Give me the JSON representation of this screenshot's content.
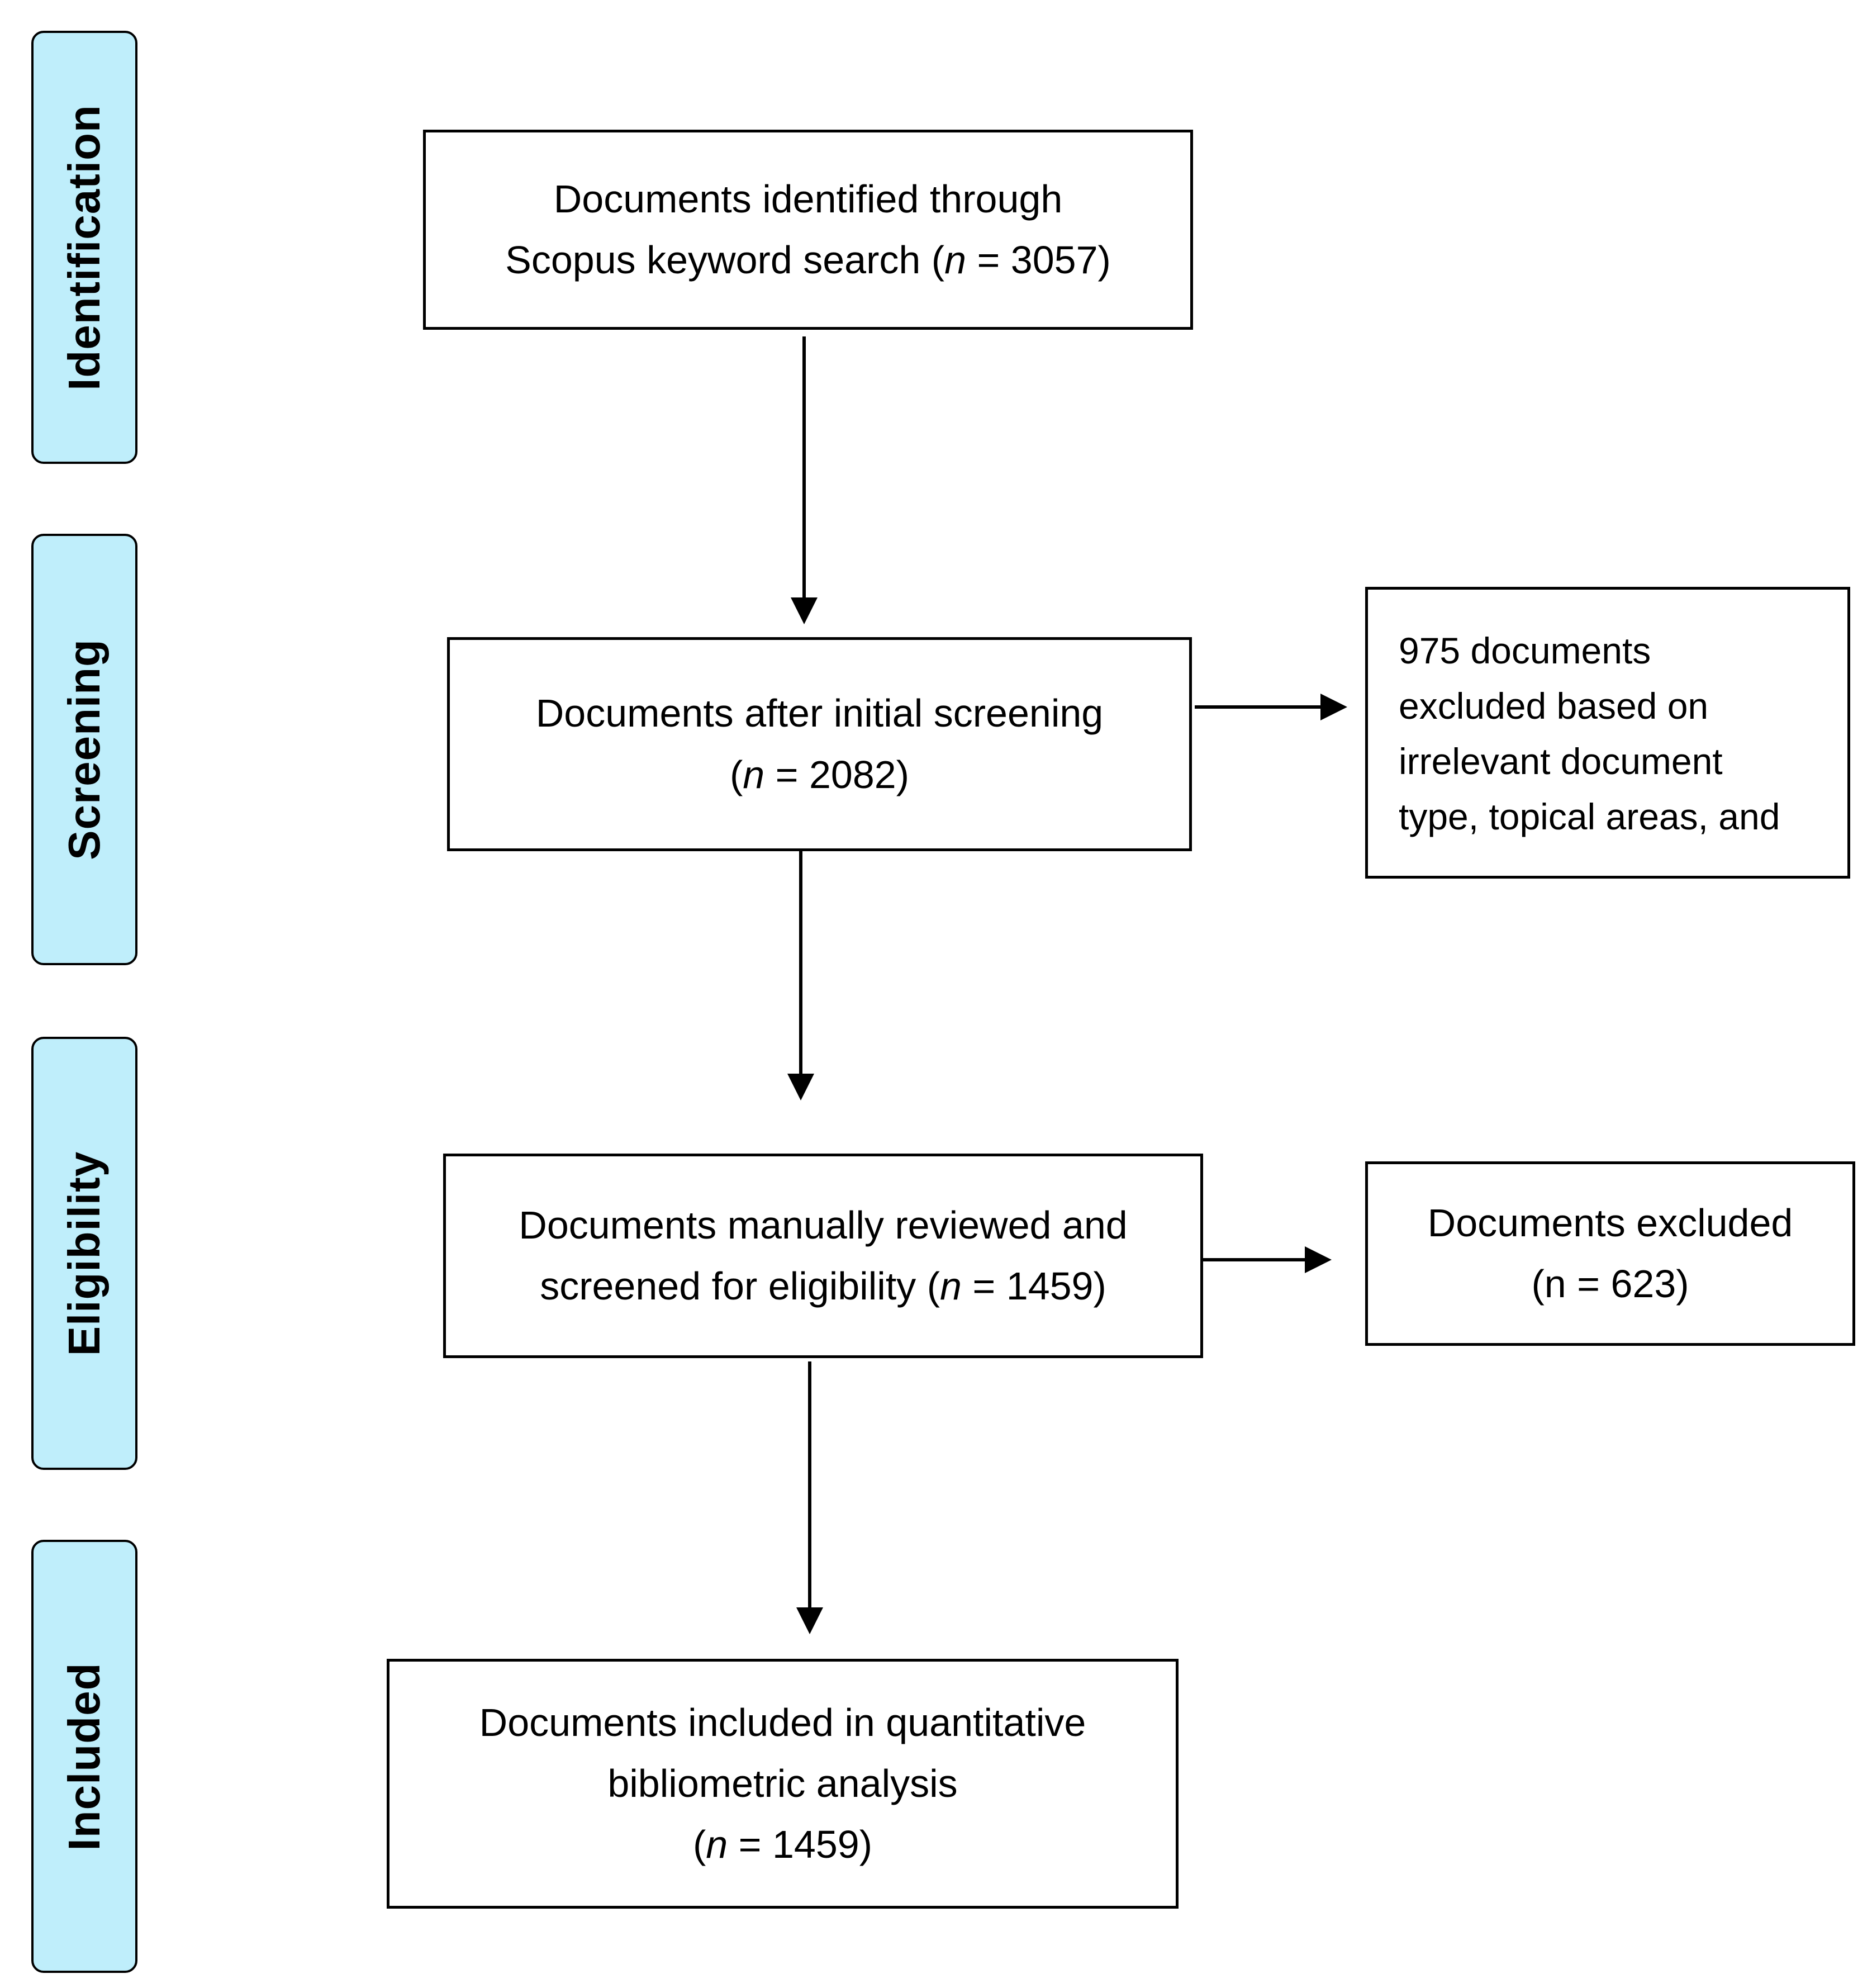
{
  "stages": [
    {
      "id": "identification",
      "label": "Identification"
    },
    {
      "id": "screening",
      "label": "Screening"
    },
    {
      "id": "eligibility",
      "label": "Eligibility"
    },
    {
      "id": "included",
      "label": "Included"
    }
  ],
  "boxes": {
    "identified": {
      "line1": "Documents identified through",
      "line2_pre": "Scopus keyword search (",
      "n_symbol": "n",
      "line2_post": " = 3057)"
    },
    "screened": {
      "line1": "Documents after initial screening",
      "line2_pre": "(",
      "n_symbol": "n",
      "line2_post": " = 2082)"
    },
    "excluded_screening": {
      "lines": [
        "975 documents",
        "excluded based on",
        "irrelevant document",
        "type, topical areas, and"
      ]
    },
    "eligibility": {
      "line1": "Documents manually reviewed and",
      "line2_pre": "screened for eligibility (",
      "n_symbol": "n",
      "line2_post": " = 1459)"
    },
    "excluded_eligibility": {
      "line1": "Documents excluded",
      "line2": "(n = 623)"
    },
    "included": {
      "line1": "Documents included in quantitative",
      "line2": "bibliometric analysis",
      "line3_pre": "(",
      "n_symbol": "n",
      "line3_post": " = 1459)"
    }
  },
  "colors": {
    "stage_fill": "#bfeefb",
    "stroke": "#000000",
    "box_fill": "#ffffff"
  }
}
